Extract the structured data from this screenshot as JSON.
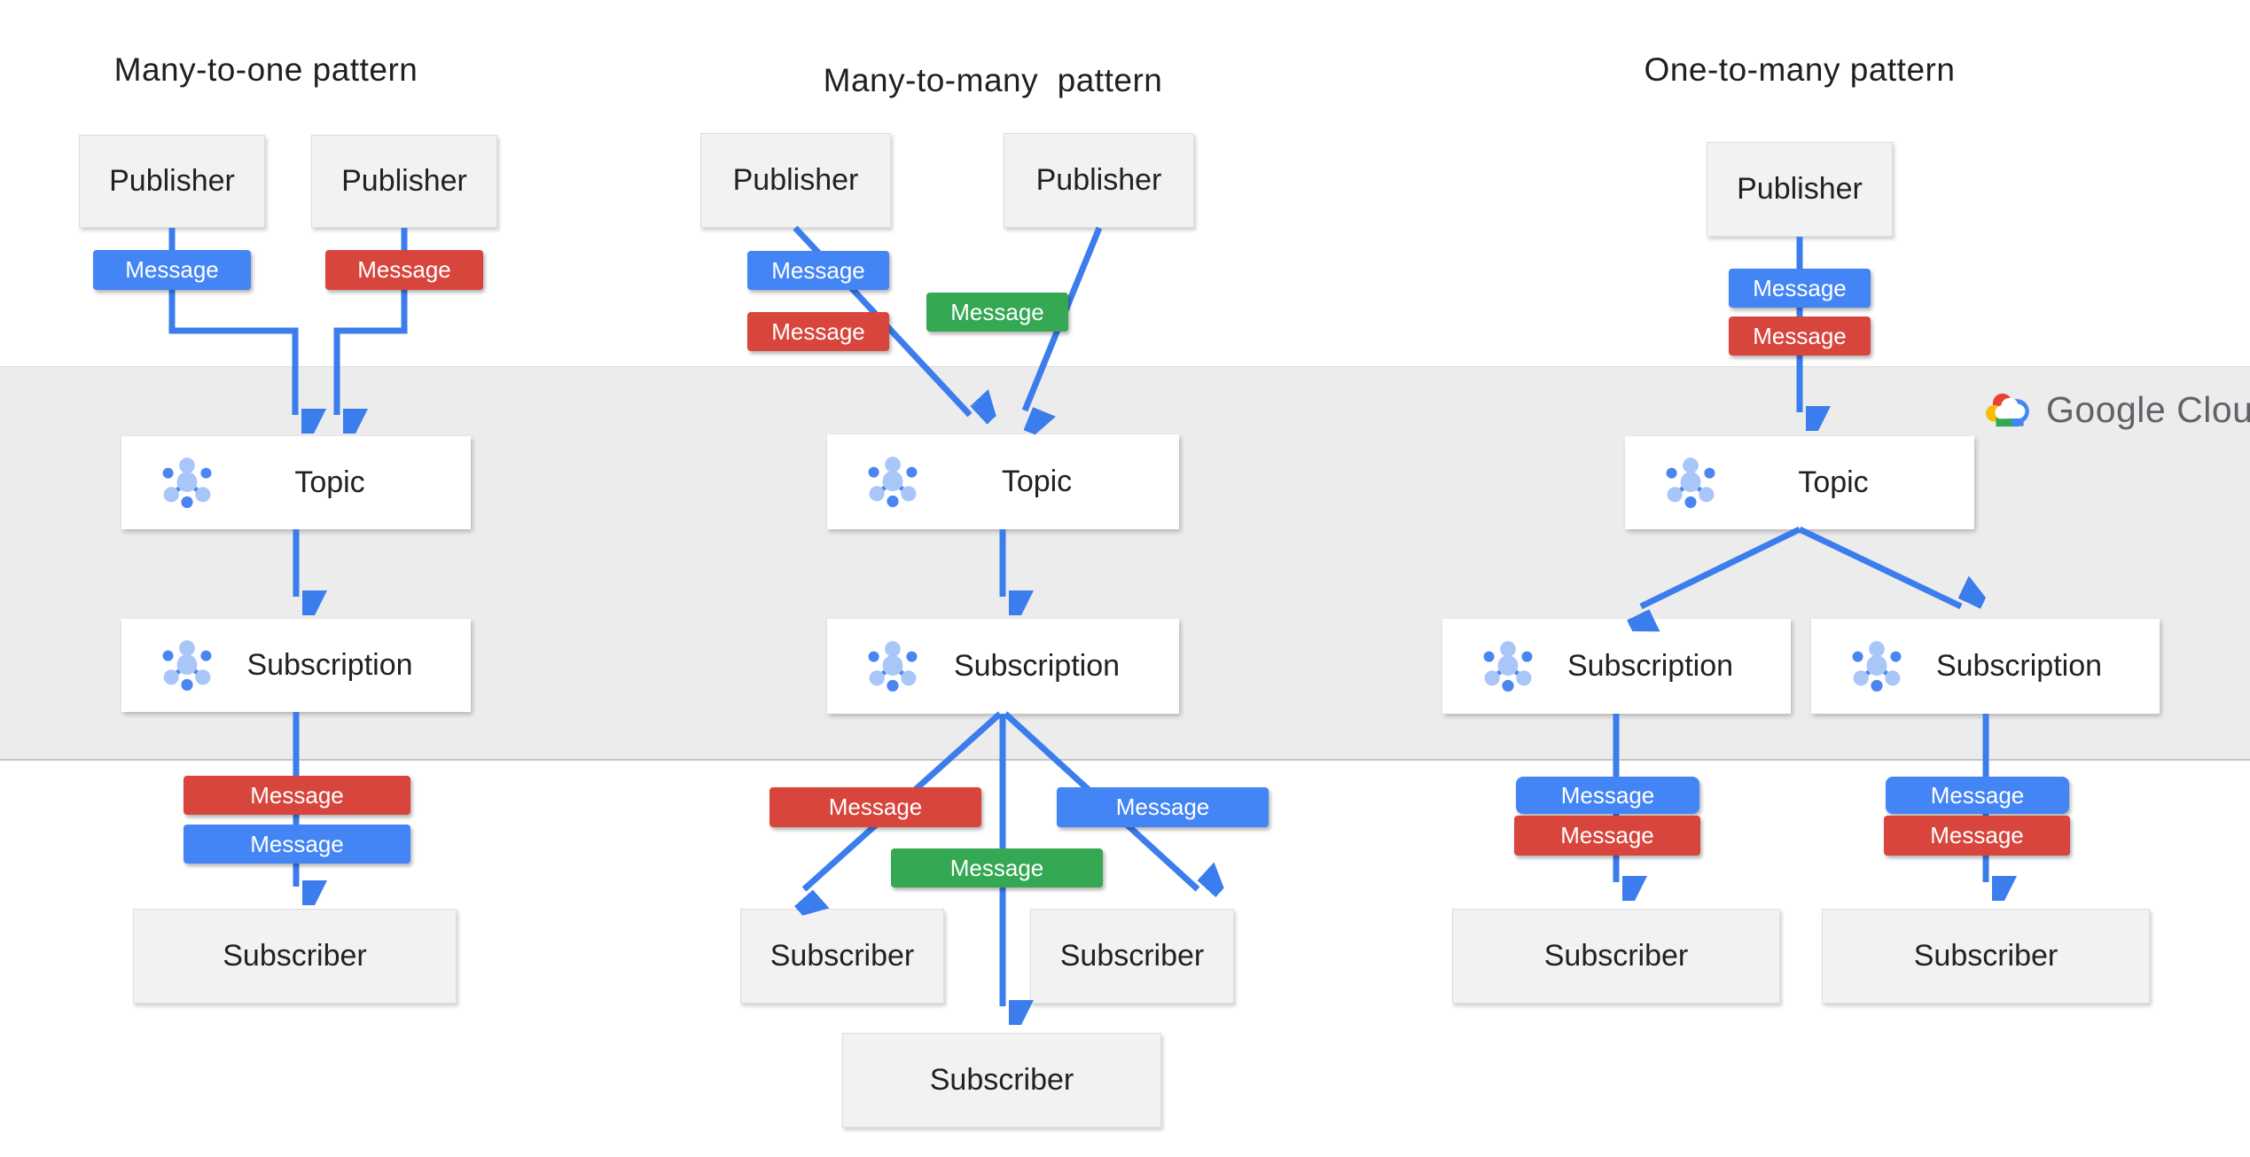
{
  "labels": {
    "publisher": "Publisher",
    "topic": "Topic",
    "subscription": "Subscription",
    "subscriber": "Subscriber",
    "message": "Message"
  },
  "logo": {
    "text": "Google Cloud"
  },
  "colors": {
    "message_blue": "#4385f5",
    "message_red": "#d8453c",
    "message_green": "#34a853",
    "arrow_blue": "#3b7ded",
    "band_gray": "#ececec",
    "node_gray": "#f2f2f2",
    "node_white": "#ffffff",
    "logo_text_gray": "#5f6368"
  },
  "patterns": [
    {
      "title": "Many-to-one pattern",
      "publishers": [
        "Publisher",
        "Publisher"
      ],
      "messages_to_topic": [
        "blue",
        "red"
      ],
      "topics": [
        "Topic"
      ],
      "subscriptions": [
        "Subscription"
      ],
      "messages_to_subscribers": [
        "red",
        "blue"
      ],
      "subscribers": [
        "Subscriber"
      ]
    },
    {
      "title": "Many-to-many  pattern",
      "publishers": [
        "Publisher",
        "Publisher"
      ],
      "messages_to_topic": [
        "blue",
        "red",
        "green"
      ],
      "topics": [
        "Topic"
      ],
      "subscriptions": [
        "Subscription"
      ],
      "messages_to_subscribers": [
        "red",
        "blue",
        "green"
      ],
      "subscribers": [
        "Subscriber",
        "Subscriber",
        "Subscriber"
      ]
    },
    {
      "title": "One-to-many pattern",
      "publishers": [
        "Publisher"
      ],
      "messages_to_topic": [
        "blue",
        "red"
      ],
      "topics": [
        "Topic"
      ],
      "subscriptions": [
        "Subscription",
        "Subscription"
      ],
      "messages_to_subscribers": [
        "blue",
        "red",
        "blue",
        "red"
      ],
      "subscribers": [
        "Subscriber",
        "Subscriber"
      ]
    }
  ]
}
